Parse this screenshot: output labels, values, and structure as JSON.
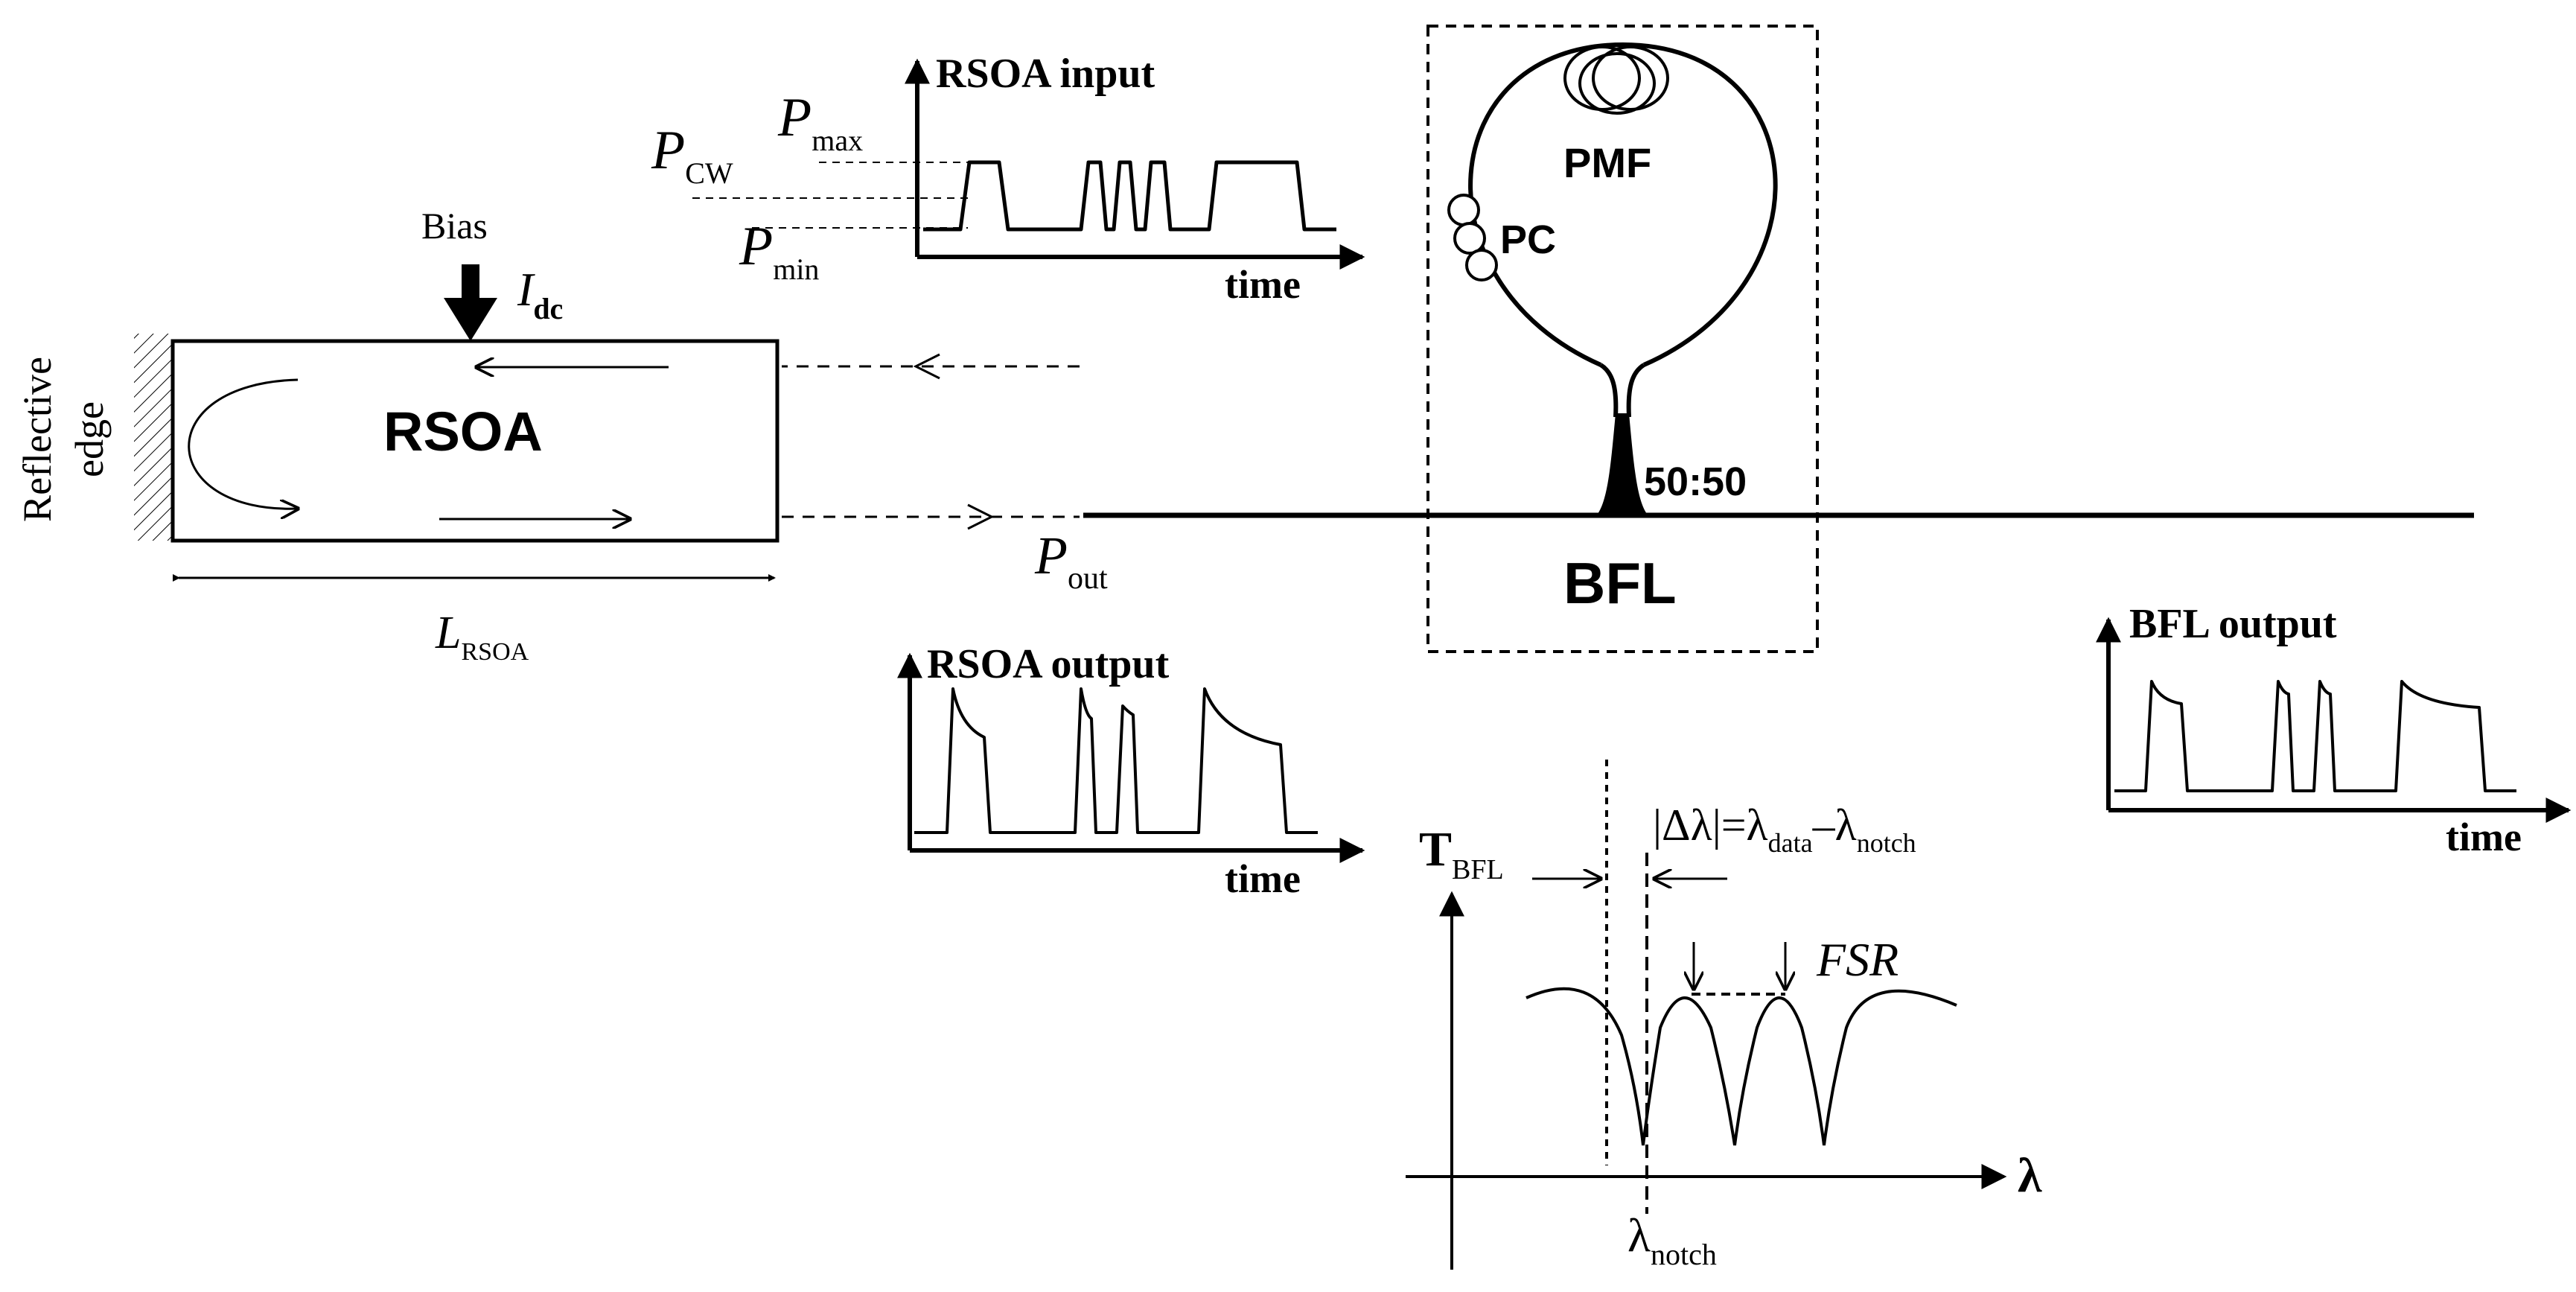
{
  "rsoa": {
    "label": "RSOA",
    "bias_label": "Bias",
    "current_symbol": "I",
    "current_sub": "dc",
    "edge_label_line1": "Reflective",
    "edge_label_line2": "edge",
    "length_symbol": "L",
    "length_sub": "RSOA"
  },
  "rsoa_input": {
    "title": "RSOA input",
    "xlabel": "time",
    "pmax_symbol": "P",
    "pmax_sub": "max",
    "pcw_symbol": "P",
    "pcw_sub": "CW",
    "pmin_symbol": "P",
    "pmin_sub": "min"
  },
  "rsoa_output": {
    "title": "RSOA output",
    "xlabel": "time",
    "pout_symbol": "P",
    "pout_sub": "out"
  },
  "bfl": {
    "label": "BFL",
    "pmf_label": "PMF",
    "pc_label": "PC",
    "coupler_label": "50:50"
  },
  "bfl_output": {
    "title": "BFL output",
    "xlabel": "time"
  },
  "transmission": {
    "ylabel_symbol": "T",
    "ylabel_sub": "BFL",
    "xlabel": "λ",
    "notch_symbol": "λ",
    "notch_sub": "notch",
    "detune_eq_prefix": "|Δλ|=λ",
    "detune_eq_sub1": "data",
    "detune_eq_mid": "–λ",
    "detune_eq_sub2": "notch",
    "fsr_label": "FSR"
  },
  "colors": {
    "ink": "#000000",
    "background": "#ffffff"
  }
}
